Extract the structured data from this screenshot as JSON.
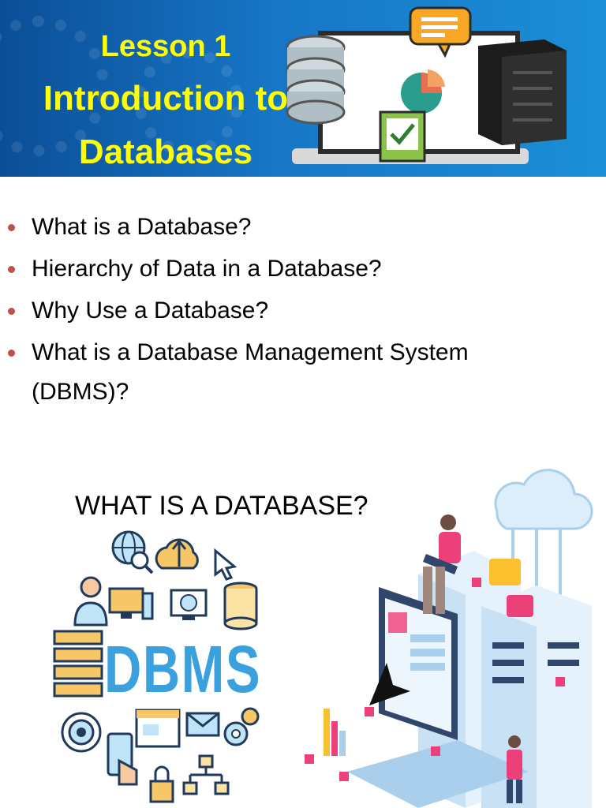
{
  "header": {
    "line1": "Lesson 1",
    "line2": "Introduction to",
    "line3": "Databases"
  },
  "bullets": [
    "What is a Database?",
    "Hierarchy of Data in a Database?",
    "Why Use a Database?",
    "What is a Database Management System",
    "(DBMS)?"
  ],
  "section": {
    "heading": "WHAT IS A DATABASE?",
    "graphic_label": "DBMS"
  },
  "colors": {
    "title": "#ffff00",
    "banner": "#1776c6",
    "bullet": "#c0504d",
    "dbms": "#3aa0de"
  }
}
